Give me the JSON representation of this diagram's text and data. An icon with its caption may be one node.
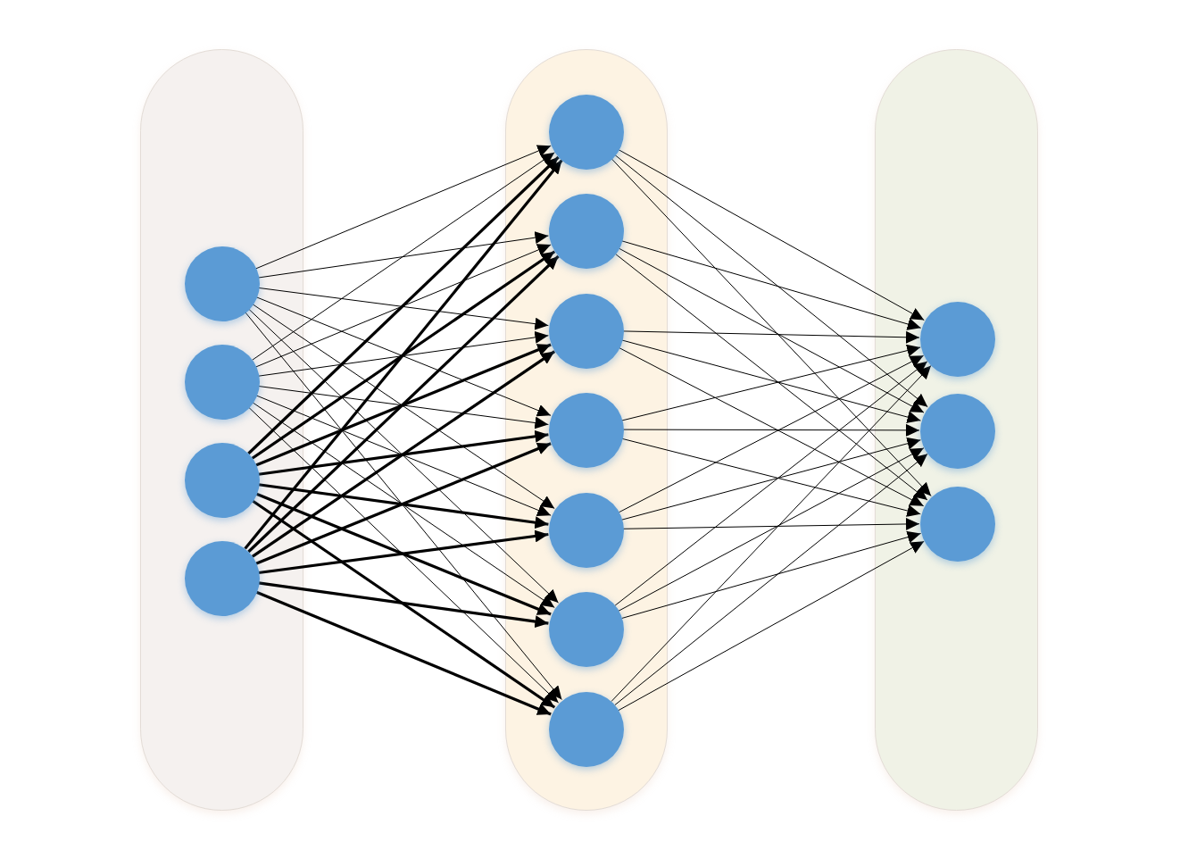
{
  "diagram": {
    "nodes": [
      {
        "text": [],
        "shape": "box"
      },
      {
        "text": [],
        "shape": "box"
      },
      {
        "text": [],
        "shape": "box"
      },
      {
        "text": [],
        "shape": "circle",
        "in": 0
      },
      {
        "text": [],
        "shape": "circle",
        "in": 0
      },
      {
        "text": [],
        "shape": "circle",
        "in": 0
      },
      {
        "text": [],
        "shape": "circle",
        "in": 0
      },
      {
        "text": [],
        "shape": "circle",
        "in": 1
      },
      {
        "text": [],
        "shape": "circle",
        "in": 1
      },
      {
        "text": [],
        "shape": "circle",
        "in": 1
      },
      {
        "text": [],
        "shape": "circle",
        "in": 1
      },
      {
        "text": [],
        "shape": "circle",
        "in": 1
      },
      {
        "text": [],
        "shape": "circle",
        "in": 1
      },
      {
        "text": [],
        "shape": "circle",
        "in": 1
      },
      {
        "text": [],
        "shape": "circle",
        "in": 2
      },
      {
        "text": [],
        "shape": "circle",
        "in": 2
      },
      {
        "text": [],
        "shape": "circle",
        "in": 2
      }
    ],
    "edges": [
      {
        "from": 3,
        "to": 7,
        "arrow": "to"
      },
      {
        "from": 3,
        "to": 8,
        "arrow": "to"
      },
      {
        "from": 3,
        "to": 9,
        "arrow": "to"
      },
      {
        "from": 3,
        "to": 10,
        "arrow": "to"
      },
      {
        "from": 3,
        "to": 11,
        "arrow": "to"
      },
      {
        "from": 3,
        "to": 12,
        "arrow": "to"
      },
      {
        "from": 3,
        "to": 13,
        "arrow": "to"
      },
      {
        "from": 4,
        "to": 7,
        "arrow": "to"
      },
      {
        "from": 4,
        "to": 8,
        "arrow": "to"
      },
      {
        "from": 4,
        "to": 9,
        "arrow": "to"
      },
      {
        "from": 4,
        "to": 10,
        "arrow": "to"
      },
      {
        "from": 4,
        "to": 11,
        "arrow": "to"
      },
      {
        "from": 4,
        "to": 12,
        "arrow": "to"
      },
      {
        "from": 4,
        "to": 13,
        "arrow": "to"
      },
      {
        "from": 5,
        "to": 7,
        "arrow": "to",
        "style": "thick"
      },
      {
        "from": 5,
        "to": 8,
        "arrow": "to",
        "style": "thick"
      },
      {
        "from": 5,
        "to": 9,
        "arrow": "to",
        "style": "thick"
      },
      {
        "from": 5,
        "to": 10,
        "arrow": "to",
        "style": "thick"
      },
      {
        "from": 5,
        "to": 11,
        "arrow": "to",
        "style": "thick"
      },
      {
        "from": 5,
        "to": 12,
        "arrow": "to",
        "style": "thick"
      },
      {
        "from": 5,
        "to": 13,
        "arrow": "to",
        "style": "thick"
      },
      {
        "from": 6,
        "to": 7,
        "arrow": "to",
        "style": "thick"
      },
      {
        "from": 6,
        "to": 8,
        "arrow": "to",
        "style": "thick"
      },
      {
        "from": 6,
        "to": 9,
        "arrow": "to",
        "style": "thick"
      },
      {
        "from": 6,
        "to": 10,
        "arrow": "to",
        "style": "thick"
      },
      {
        "from": 6,
        "to": 11,
        "arrow": "to",
        "style": "thick"
      },
      {
        "from": 6,
        "to": 12,
        "arrow": "to",
        "style": "thick"
      },
      {
        "from": 6,
        "to": 13,
        "arrow": "to",
        "style": "thick"
      },
      {
        "from": 7,
        "to": 14,
        "arrow": "to"
      },
      {
        "from": 7,
        "to": 15,
        "arrow": "to"
      },
      {
        "from": 7,
        "to": 16,
        "arrow": "to"
      },
      {
        "from": 8,
        "to": 14,
        "arrow": "to"
      },
      {
        "from": 8,
        "to": 15,
        "arrow": "to"
      },
      {
        "from": 8,
        "to": 16,
        "arrow": "to"
      },
      {
        "from": 9,
        "to": 14,
        "arrow": "to"
      },
      {
        "from": 9,
        "to": 15,
        "arrow": "to"
      },
      {
        "from": 9,
        "to": 16,
        "arrow": "to"
      },
      {
        "from": 10,
        "to": 14,
        "arrow": "to"
      },
      {
        "from": 10,
        "to": 15,
        "arrow": "to"
      },
      {
        "from": 10,
        "to": 16,
        "arrow": "to"
      },
      {
        "from": 11,
        "to": 14,
        "arrow": "to"
      },
      {
        "from": 11,
        "to": 15,
        "arrow": "to"
      },
      {
        "from": 11,
        "to": 16,
        "arrow": "to"
      },
      {
        "from": 12,
        "to": 14,
        "arrow": "to"
      },
      {
        "from": 12,
        "to": 15,
        "arrow": "to"
      },
      {
        "from": 12,
        "to": 16,
        "arrow": "to"
      },
      {
        "from": 13,
        "to": 14,
        "arrow": "to"
      },
      {
        "from": 13,
        "to": 15,
        "arrow": "to"
      },
      {
        "from": 13,
        "to": 16,
        "arrow": "to"
      }
    ]
  }
}
